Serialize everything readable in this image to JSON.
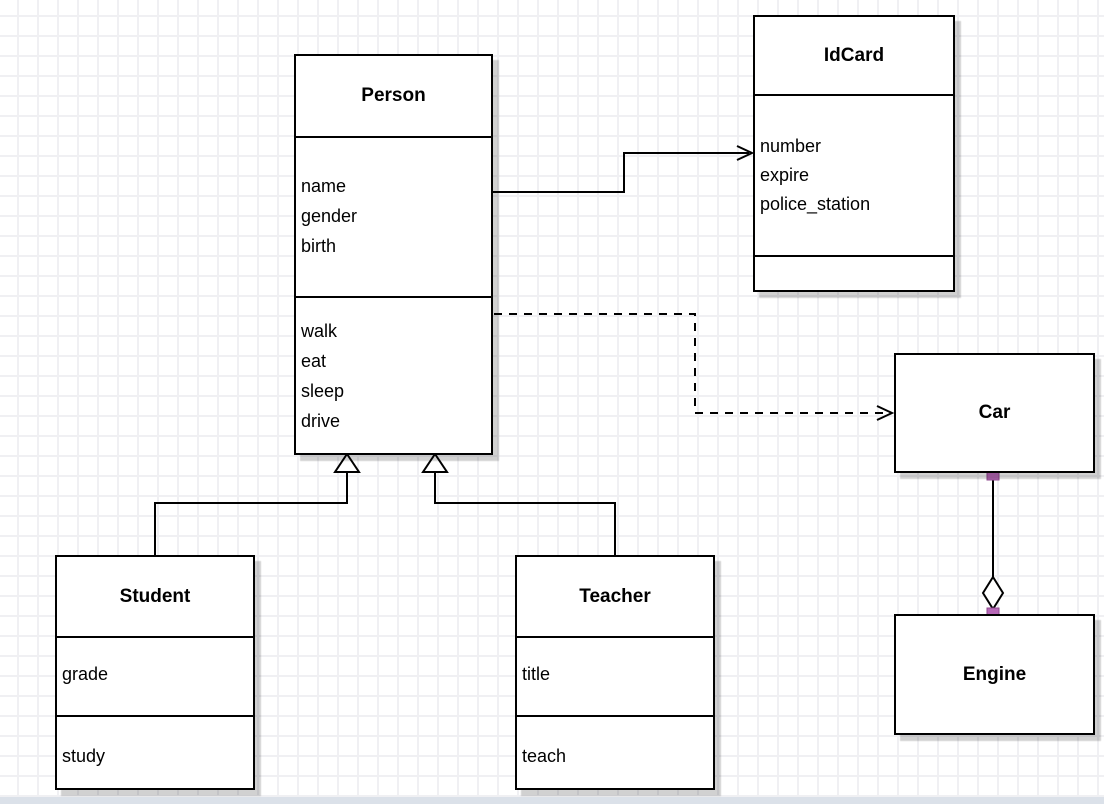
{
  "canvas": {
    "background": "#ffffff",
    "grid_color": "#f0f0f3",
    "page_edge_color": "#dbe1e9"
  },
  "colors": {
    "shape_fill": "#ffffff",
    "shape_stroke": "#000000",
    "connector": "#000000",
    "endpoint_marker": "#b768b7"
  },
  "classes": {
    "person": {
      "title": "Person",
      "attributes": [
        "name",
        "gender",
        "birth"
      ],
      "methods": [
        "walk",
        "eat",
        "sleep",
        "drive"
      ]
    },
    "idcard": {
      "title": "IdCard",
      "attributes": [
        "number",
        "expire",
        "police_station"
      ],
      "methods": []
    },
    "car": {
      "title": "Car"
    },
    "engine": {
      "title": "Engine"
    },
    "student": {
      "title": "Student",
      "attributes": [
        "grade"
      ],
      "methods": [
        "study"
      ]
    },
    "teacher": {
      "title": "Teacher",
      "attributes": [
        "title"
      ],
      "methods": [
        "teach"
      ]
    }
  },
  "relationships": [
    {
      "from": "Person",
      "to": "IdCard",
      "type": "association",
      "line": "solid",
      "arrow": "open"
    },
    {
      "from": "Person",
      "to": "Car",
      "type": "dependency",
      "line": "dashed",
      "arrow": "open"
    },
    {
      "from": "Student",
      "to": "Person",
      "type": "generalization",
      "line": "solid",
      "arrow": "hollow-triangle"
    },
    {
      "from": "Teacher",
      "to": "Person",
      "type": "generalization",
      "line": "solid",
      "arrow": "hollow-triangle"
    },
    {
      "from": "Car",
      "to": "Engine",
      "type": "aggregation",
      "line": "solid",
      "arrow": "hollow-diamond",
      "endpoint_marker_color": "#b768b7"
    }
  ]
}
